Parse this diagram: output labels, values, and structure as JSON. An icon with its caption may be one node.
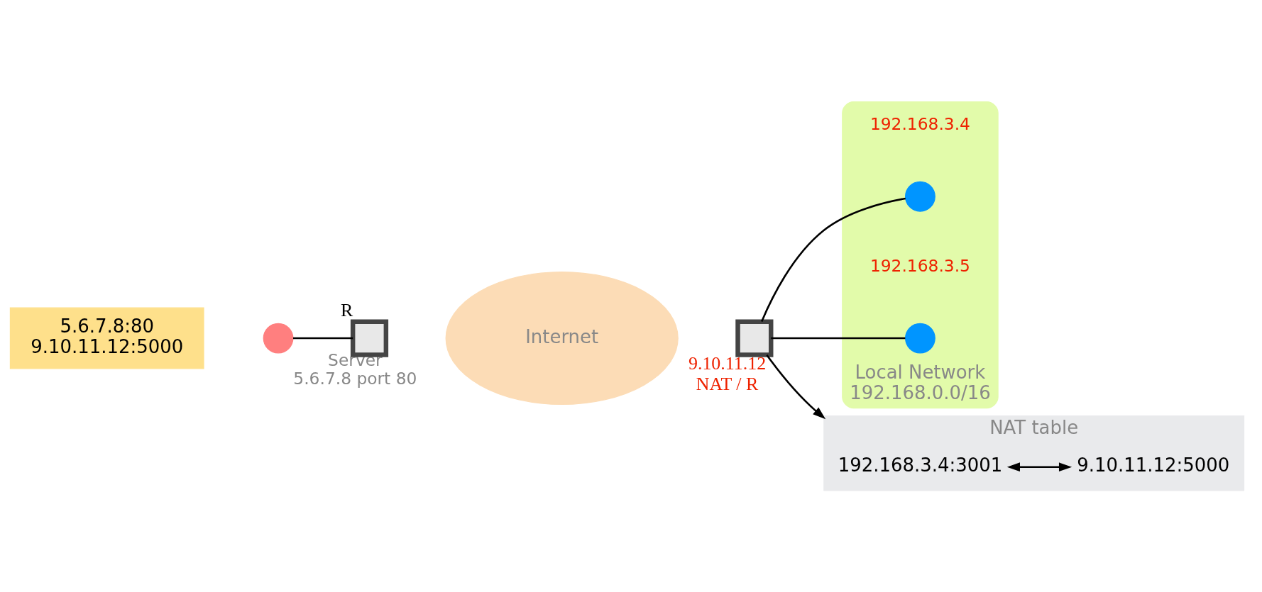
{
  "diagram": {
    "nodes": [
      {
        "text": [
          "5.6.7.8:80",
          "9.10.11.12:5000"
        ]
      },
      {
        "text": [
          "Internet"
        ]
      },
      {
        "text": [
          "Local Network",
          "192.168.0.0/16"
        ]
      },
      {
        "text": [],
        "shape": "circle",
        "beside": [
          "Server",
          "5.6.7.8 port 80"
        ]
      },
      {
        "text": [],
        "shape": "box",
        "beside": [
          "R"
        ]
      },
      {
        "text": [],
        "shape": "box",
        "beside": [
          "9.10.11.12",
          "NAT / R"
        ]
      },
      {
        "text": [],
        "shape": "circle",
        "beside": [
          "192.168.3.4"
        ],
        "in": 2
      },
      {
        "text": [],
        "shape": "circle",
        "beside": [
          "192.168.3.5"
        ],
        "in": 2
      },
      {
        "text": [],
        "shape": "bar",
        "beside": [
          "NAT table"
        ]
      },
      {
        "text": [
          "192.168.3.4:3001"
        ],
        "in": 8
      },
      {
        "text": [
          "9.10.11.12:5000"
        ],
        "in": 8
      }
    ],
    "edges": [
      {
        "from": 3,
        "to": 4,
        "arrow": "none"
      },
      {
        "from": 5,
        "to": 6,
        "arrow": "none"
      },
      {
        "from": 5,
        "to": 7,
        "arrow": "none"
      },
      {
        "from": 5,
        "to": 8,
        "arrow": "to"
      },
      {
        "from": 9,
        "to": 10,
        "arrow": "both"
      }
    ]
  }
}
